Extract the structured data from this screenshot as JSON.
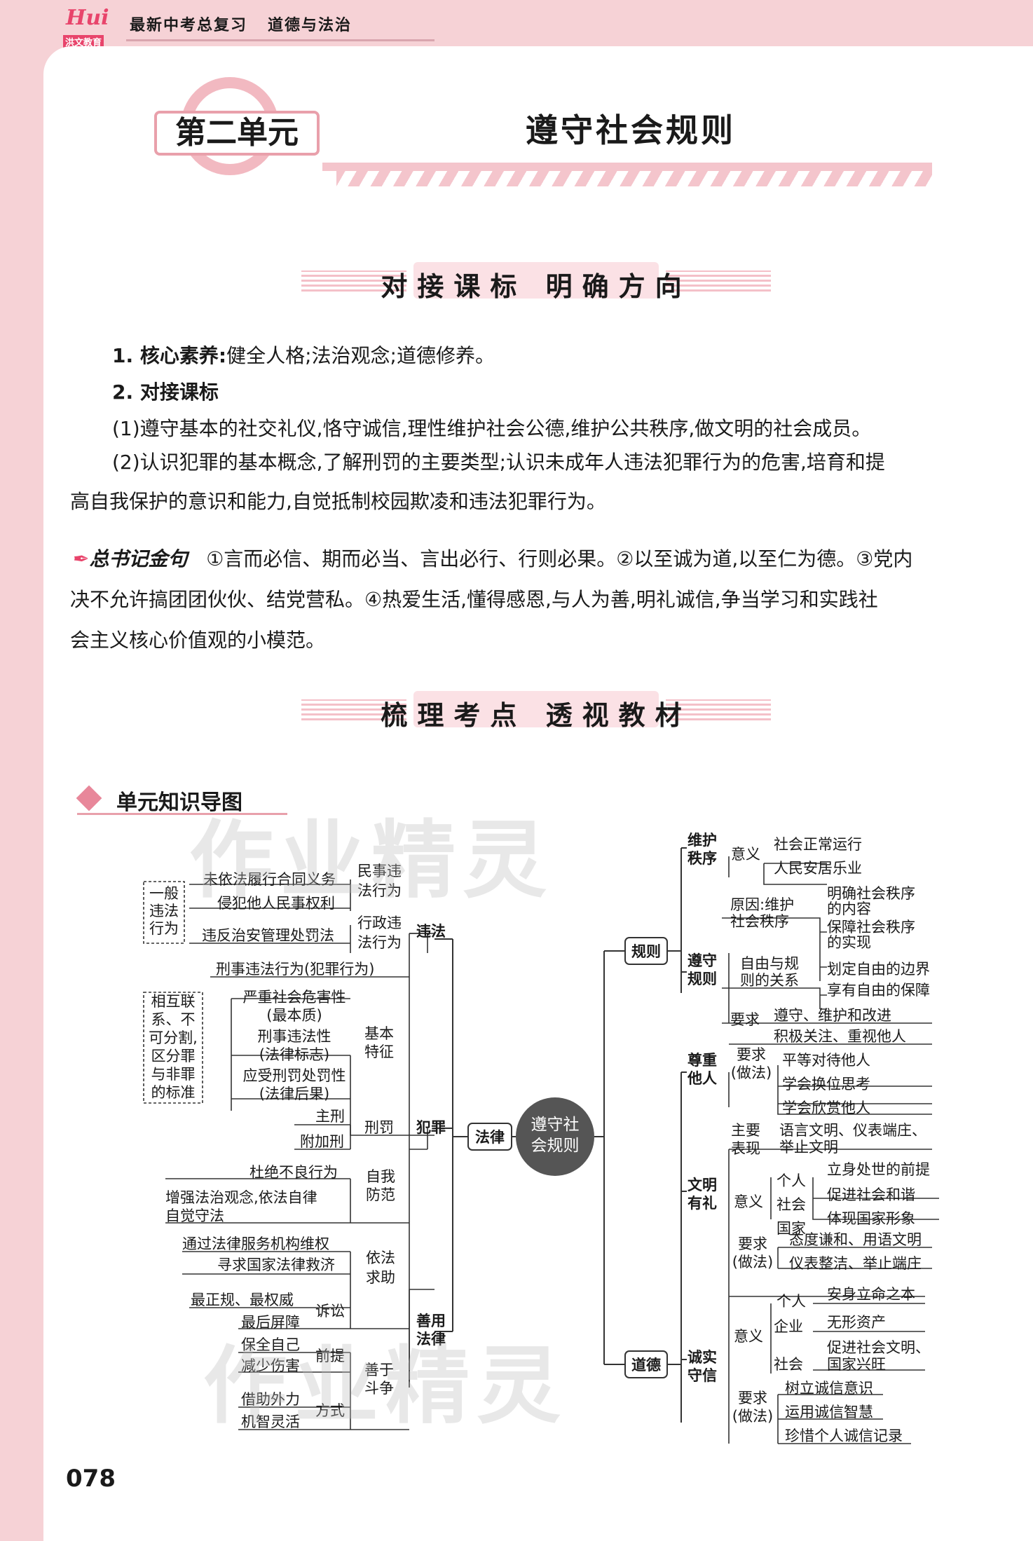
{
  "header": {
    "logo_text": "Hui",
    "publisher": "洪文教育",
    "series": "最新中考总复习",
    "subject": "道德与法治"
  },
  "unit": {
    "label": "第二单元",
    "title": "遵守社会规则"
  },
  "section1": {
    "title": "对接课标 明确方向",
    "core_label": "1. 核心素养:",
    "core_text": "健全人格;法治观念;道德修养。",
    "standards_label": "2. 对接课标",
    "item1": "(1)遵守基本的社交礼仪,恪守诚信,理性维护社会公德,维护公共秩序,做文明的社会成员。",
    "item2a": "(2)认识犯罪的基本概念,了解刑罚的主要类型;认识未成年人违法犯罪行为的危害,培育和提",
    "item2b": "高自我保护的意识和能力,自觉抵制校园欺凌和违法犯罪行为。",
    "quote_label": "总书记金句",
    "quote1": "①言而必信、期而必当、言出必行、行则必果。②以至诚为道,以至仁为德。③党内",
    "quote2": "决不允许搞团团伙伙、结党营私。④热爱生活,懂得感恩,与人为善,明礼诚信,争当学习和实践社",
    "quote3": "会主义核心价值观的小模范。"
  },
  "section2": {
    "title": "梳理考点 透视教材",
    "map_label": "单元知识导图"
  },
  "mindmap": {
    "center": [
      "遵守社",
      "会规则"
    ],
    "law": "法律",
    "rules": "规则",
    "morality": "道德",
    "left": {
      "weifa": "违法",
      "yiban": [
        "一般",
        "违法",
        "行为"
      ],
      "minshi_items": [
        "未依法履行合同义务",
        "侵犯他人民事权利"
      ],
      "minshi": [
        "民事违",
        "法行为"
      ],
      "xingzheng_item": "违反治安管理处罚法",
      "xingzheng": [
        "行政违",
        "法行为"
      ],
      "xingshi": "刑事违法行为(犯罪行为)",
      "fanzui": "犯罪",
      "biaozhun": [
        "相互联",
        "系、不",
        "可分割,",
        "区分罪",
        "与非罪",
        "的标准"
      ],
      "tezheng": [
        "基本",
        "特征"
      ],
      "t1": [
        "严重社会危害性",
        "(最本质)"
      ],
      "t2": [
        "刑事违法性",
        "(法律标志)"
      ],
      "t3": [
        "应受刑罚处罚性",
        "(法律后果)"
      ],
      "xingfa": "刑罚",
      "zhuxing": "主刑",
      "fujiaxing": "附加刑",
      "fangfan": [
        "自我",
        "防范"
      ],
      "f1": "杜绝不良行为",
      "f2": [
        "增强法治观念,依法自律",
        "自觉守法"
      ],
      "shanyong": [
        "善用",
        "法律"
      ],
      "qiuzhu": [
        "依法",
        "求助"
      ],
      "q1": "通过法律服务机构维权",
      "q2": "寻求国家法律救济",
      "susong": "诉讼",
      "s1": "最正规、最权威",
      "s2": "最后屏障",
      "douzheng": [
        "善于",
        "斗争"
      ],
      "qianti": "前提",
      "p1": "保全自己",
      "p2": "减少伤害",
      "fangshi": "方式",
      "m1": "借助外力",
      "m2": "机智灵活"
    },
    "right": {
      "weihu": [
        "维护",
        "秩序"
      ],
      "yiyi": "意义",
      "w1": "社会正常运行",
      "w2": "人民安居乐业",
      "zunshou": [
        "遵守",
        "规则"
      ],
      "yuanyin": [
        "原因:维护",
        "社会秩序"
      ],
      "y1": [
        "明确社会秩序",
        "的内容"
      ],
      "y2": [
        "保障社会秩序",
        "的实现"
      ],
      "ziyou": [
        "自由与规",
        "则的关系"
      ],
      "z1": "划定自由的边界",
      "z2": "享有自由的保障",
      "yaoqiu": "要求",
      "yq": "遵守、维护和改进",
      "zunzhong": [
        "尊重",
        "他人"
      ],
      "zyq": [
        "要求",
        "(做法)"
      ],
      "zz0": "积极关注、重视他人",
      "zz1": "平等对待他人",
      "zz2": "学会换位思考",
      "zz3": "学会欣赏他人",
      "wenming": [
        "文明",
        "有礼"
      ],
      "zhuyao": [
        "主要",
        "表现"
      ],
      "bx": [
        "语言文明、仪表端庄、",
        "举止文明"
      ],
      "wyy": "意义",
      "geren": "个人",
      "shehui": "社会",
      "guojia": "国家",
      "wy1": "立身处世的前提",
      "wy2": "促进社会和谐",
      "wy3": "体现国家形象",
      "wyq": [
        "要求",
        "(做法)"
      ],
      "wq1": "态度谦和、用语文明",
      "wq2": "仪表整洁、举止端庄",
      "chengxin": [
        "诚实",
        "守信"
      ],
      "cyy": "意义",
      "cgeren": "个人",
      "qiye": "企业",
      "cshehui": "社会",
      "cy1": "安身立命之本",
      "cy2": "无形资产",
      "cy3": [
        "促进社会文明、",
        "国家兴旺"
      ],
      "cyq": [
        "要求",
        "(做法)"
      ],
      "cq1": "树立诚信意识",
      "cq2": "运用诚信智慧",
      "cq3": "珍惜个人诚信记录"
    }
  },
  "watermark": "作业精灵",
  "page_number": "078"
}
